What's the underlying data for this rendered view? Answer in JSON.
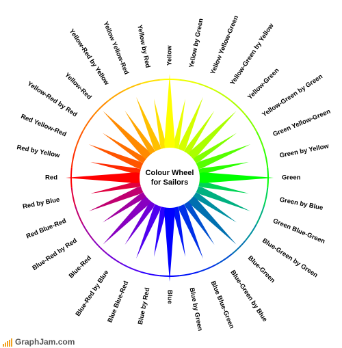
{
  "center": {
    "line1": "Colour Wheel",
    "line2": "for Sailors"
  },
  "wheel": {
    "points": [
      {
        "label": "Yellow",
        "color": "#ffff00"
      },
      {
        "label": "Yellow by Green",
        "color": "#eaff00"
      },
      {
        "label": "Yellow Yellow-Green",
        "color": "#d4ff00"
      },
      {
        "label": "Yellow-Green by Yellow",
        "color": "#bfff00"
      },
      {
        "label": "Yellow-Green",
        "color": "#aaff00"
      },
      {
        "label": "Yellow-Green by Green",
        "color": "#80ff00"
      },
      {
        "label": "Green Yellow-Green",
        "color": "#55ff00"
      },
      {
        "label": "Green by Yellow",
        "color": "#2aff00"
      },
      {
        "label": "Green",
        "color": "#00ff00"
      },
      {
        "label": "Green by Blue",
        "color": "#00d455"
      },
      {
        "label": "Green Blue-Green",
        "color": "#00b080"
      },
      {
        "label": "Blue-Green by Green",
        "color": "#0090a0"
      },
      {
        "label": "Blue-Green",
        "color": "#0070b0"
      },
      {
        "label": "Blue-Green by Blue",
        "color": "#0050d0"
      },
      {
        "label": "Blue Blue-Green",
        "color": "#0030e8"
      },
      {
        "label": "Blue by Green",
        "color": "#0015f8"
      },
      {
        "label": "Blue",
        "color": "#0000ff"
      },
      {
        "label": "Blue by Red",
        "color": "#2a00ff"
      },
      {
        "label": "Blue Blue-Red",
        "color": "#5000f0"
      },
      {
        "label": "Blue-Red by Blue",
        "color": "#7000d8"
      },
      {
        "label": "Blue-Red",
        "color": "#8800c0"
      },
      {
        "label": "Blue-Red by Red",
        "color": "#a000a0"
      },
      {
        "label": "Red Blue-Red",
        "color": "#c00070"
      },
      {
        "label": "Red by Blue",
        "color": "#e00040"
      },
      {
        "label": "Red",
        "color": "#ff0000"
      },
      {
        "label": "Red by Yellow",
        "color": "#ff2a00"
      },
      {
        "label": "Red Yellow-Red",
        "color": "#ff5500"
      },
      {
        "label": "Yellow-Red by Red",
        "color": "#ff7000"
      },
      {
        "label": "Yellow-Red",
        "color": "#ff8a00"
      },
      {
        "label": "Yellow-Red by Yellow",
        "color": "#ffa500"
      },
      {
        "label": "Yellow Yellow-Red",
        "color": "#ffc000"
      },
      {
        "label": "Yellow by Red",
        "color": "#ffe000"
      }
    ]
  },
  "watermark": {
    "text": "GraphJam.com"
  }
}
